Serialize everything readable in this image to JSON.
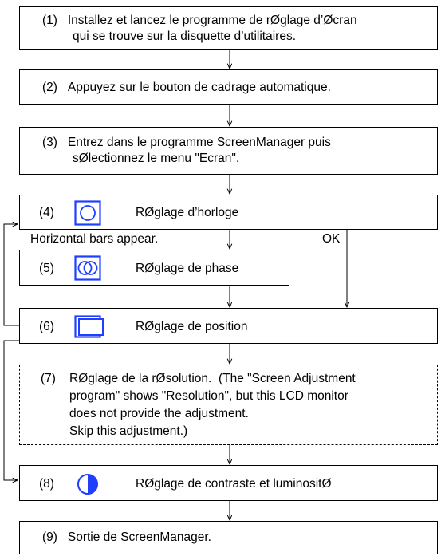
{
  "steps": [
    {
      "num": "(1)",
      "lines": [
        "Installez et lancez le programme de rØglage d’Øcran",
        "qui se trouve sur la disquette d’utilitaires."
      ]
    },
    {
      "num": "(2)",
      "text": "Appuyez sur le bouton de cadrage automatique."
    },
    {
      "num": "(3)",
      "lines": [
        "Entrez dans le programme ScreenManager puis",
        "sØlectionnez le menu \"Ecran\"."
      ]
    },
    {
      "num": "(4)",
      "text": "RØglage d’horloge",
      "icon": "clock-adjust-icon"
    },
    {
      "num": "(5)",
      "text": "RØglage de phase",
      "icon": "phase-adjust-icon"
    },
    {
      "num": "(6)",
      "text": "RØglage de position",
      "icon": "position-adjust-icon"
    },
    {
      "num": "(7)",
      "lines": [
        "RØglage de la rØsolution.  (The \"Screen Adjustment",
        "program\" shows \"Resolution\", but this LCD monitor",
        "does not provide the adjustment.",
        "Skip this adjustment.)"
      ]
    },
    {
      "num": "(8)",
      "text": "RØglage de contraste et luminositØ",
      "icon": "contrast-brightness-icon"
    },
    {
      "num": "(9)",
      "text": "Sortie de ScreenManager."
    }
  ],
  "labels": {
    "horizontal_bars": "Horizontal bars appear.",
    "ok": "OK"
  },
  "colors": {
    "icon_blue": "#1f3fff",
    "line": "#000000"
  }
}
